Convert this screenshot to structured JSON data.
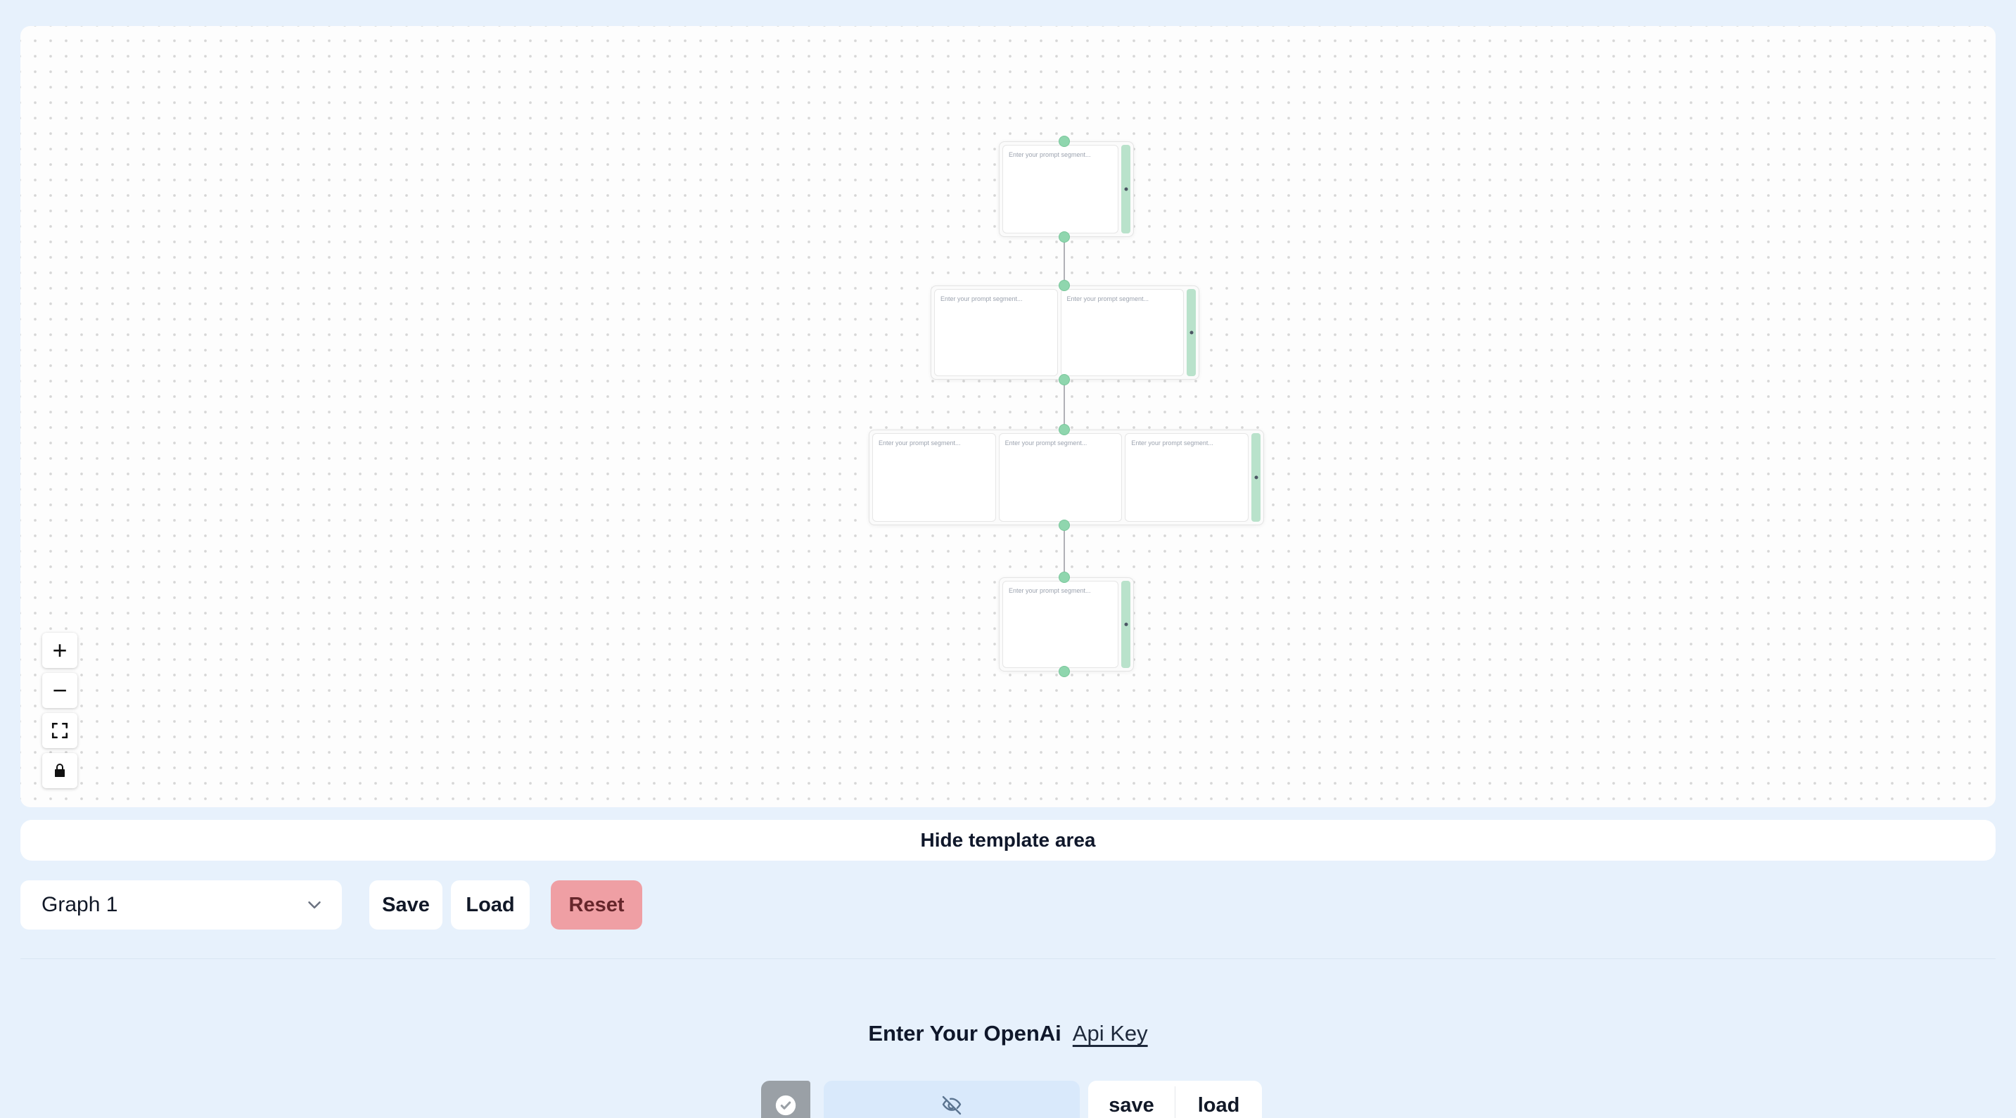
{
  "canvas": {
    "placeholder": "Enter your prompt segment...",
    "rows": [
      {
        "segments": 1
      },
      {
        "segments": 2
      },
      {
        "segments": 3
      },
      {
        "segments": 1
      }
    ],
    "controls": [
      {
        "name": "zoom-in",
        "glyph": "+"
      },
      {
        "name": "zoom-out",
        "glyph": "−"
      },
      {
        "name": "fit-view",
        "glyph": ""
      },
      {
        "name": "lock",
        "glyph": ""
      }
    ]
  },
  "template_bar": {
    "label": "Hide template area"
  },
  "toolbar": {
    "graph_select_value": "Graph 1",
    "save_label": "Save",
    "load_label": "Load",
    "reset_label": "Reset"
  },
  "api": {
    "heading": "Enter Your OpenAi",
    "link_label": "Api Key",
    "key_value": "",
    "save_label": "save",
    "load_label": "load"
  },
  "colors": {
    "page_bg": "#e7f1fc",
    "accent_green": "#8fd6ae",
    "bar_green": "#b9e2cb",
    "reset_bg": "#ef9fa4",
    "input_bg": "#d9e9fb"
  }
}
